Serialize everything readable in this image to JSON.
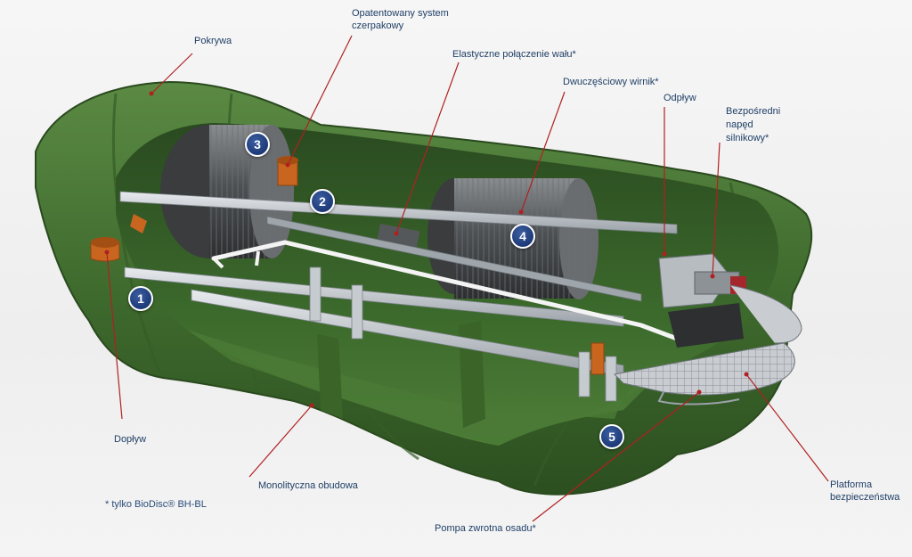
{
  "labels": {
    "pokrywa": "Pokrywa",
    "system_line1": "Opatentowany system",
    "system_line2": "czerpakowy",
    "elastyczne": "Elastyczne połączenie wału*",
    "wirnik": "Dwuczęściowy wirnik*",
    "odplyw": "Odpływ",
    "naped_line1": "Bezpośredni",
    "naped_line2": "napęd",
    "naped_line3": "silnikowy*",
    "doplyw": "Dopływ",
    "obudowa": "Monolityczna obudowa",
    "platforma_line1": "Platforma",
    "platforma_line2": "bezpieczeństwa",
    "pompa": "Pompa zwrotna osadu*"
  },
  "footnote": "* tylko BioDisc® BH-BL",
  "badges": [
    "1",
    "2",
    "3",
    "4",
    "5"
  ],
  "colors": {
    "tank_green": "#3f6b2e",
    "badge_blue": "#23407f",
    "label_blue": "#1f3f66",
    "leader_red": "#b02020",
    "pipe_orange": "#c8661f"
  }
}
